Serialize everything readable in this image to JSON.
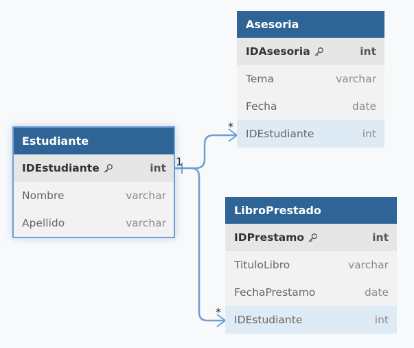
{
  "tables": {
    "estudiante": {
      "name": "Estudiante",
      "fields": [
        {
          "name": "IDEstudiante",
          "type": "int",
          "pk": true
        },
        {
          "name": "Nombre",
          "type": "varchar"
        },
        {
          "name": "Apellido",
          "type": "varchar"
        }
      ]
    },
    "asesoria": {
      "name": "Asesoria",
      "fields": [
        {
          "name": "IDAsesoria",
          "type": "int",
          "pk": true
        },
        {
          "name": "Tema",
          "type": "varchar"
        },
        {
          "name": "Fecha",
          "type": "date"
        },
        {
          "name": "IDEstudiante",
          "type": "int",
          "fk": true
        }
      ]
    },
    "libroPrestado": {
      "name": "LibroPrestado",
      "fields": [
        {
          "name": "IDPrestamo",
          "type": "int",
          "pk": true
        },
        {
          "name": "TituloLibro",
          "type": "varchar"
        },
        {
          "name": "FechaPrestamo",
          "type": "date"
        },
        {
          "name": "IDEstudiante",
          "type": "int",
          "fk": true
        }
      ]
    }
  },
  "relations": {
    "one": "1",
    "many_asesoria": "*",
    "many_libro": "*"
  },
  "colors": {
    "header": "#2f6596",
    "line": "#6c9fd3",
    "fk_row": "#deebf5",
    "pk_row": "#e6e6e6"
  }
}
